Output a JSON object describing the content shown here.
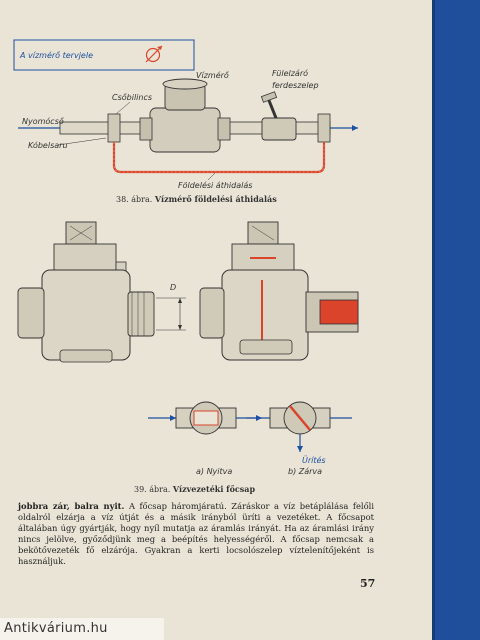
{
  "figure38": {
    "legend_label": "A vízmérő tervjele",
    "labels": {
      "csobilincs": "Csőbilincs",
      "vizmero": "Vízmérő",
      "fuleszaro": "Fülelzáró",
      "ferdeszelep": "ferdeszelep",
      "nyomocso": "Nyomócső",
      "kobelsaru": "Kóbelsaru",
      "foldelesi": "Földelési áthidalás"
    },
    "caption_num": "38. ábra.",
    "caption_text": "Vízmérő földelési áthidalás"
  },
  "figure39": {
    "dim_label": "D",
    "label_a": "a) Nyitva",
    "label_b": "b) Zárva",
    "label_urites": "Ürítés",
    "caption_num": "39. ábra.",
    "caption_text": "Vízvezetéki főcsap"
  },
  "body": {
    "lead": "jobbra zár, balra nyit.",
    "text": " A főcsap háromjáratú. Záráskor a víz betáplálása felőli oldalról elzárja a víz útját és a másik irányból üríti a vezetéket. A főcsapot általában úgy gyártják, hogy nyíl mutatja az áramlás irányát. Ha az áramlási irány nincs jelölve, győződjünk meg a beépítés helyességéről. A főcsap nemcsak a bekötővezeték fő elzárója. Gyakran a kerti locsolószelep víztelenítőjeként is használjuk."
  },
  "page_number": "57",
  "watermark": "Antikvárium.hu",
  "colors": {
    "accent": "#1d4fa0",
    "ground": "#d9442b",
    "paper": "#e9e4d6"
  }
}
